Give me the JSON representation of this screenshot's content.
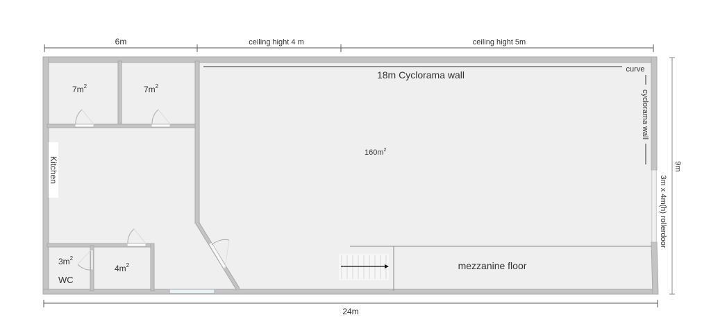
{
  "plan": {
    "colors": {
      "wall": "#c4c4c4",
      "wall_edge": "#a9a9a9",
      "floor": "#efefef",
      "dimension_line": "#555555",
      "window": "#e8f4f6"
    },
    "dimensions": {
      "top_left": "6m",
      "top_mid": "ceiling hight 4 m",
      "top_right": "ceiling hight 5m",
      "bottom": "24m",
      "right": "9m"
    },
    "labels": {
      "cyclorama_top": "18m Cyclorama wall",
      "curve": "curve",
      "cyclorama_side": "cyclorama wall",
      "rollerdoor": "3m x 4m(h) rollerdoor",
      "studio_area": "160m",
      "studio_area_sup": "2",
      "room1_area": "7m",
      "room1_area_sup": "2",
      "room2_area": "7m",
      "room2_area_sup": "2",
      "kitchen": "Kitchen",
      "wc_area": "3m",
      "wc_area_sup": "2",
      "wc": "WC",
      "room4_area": "4m",
      "room4_area_sup": "2",
      "mezzanine": "mezzanine floor"
    }
  }
}
